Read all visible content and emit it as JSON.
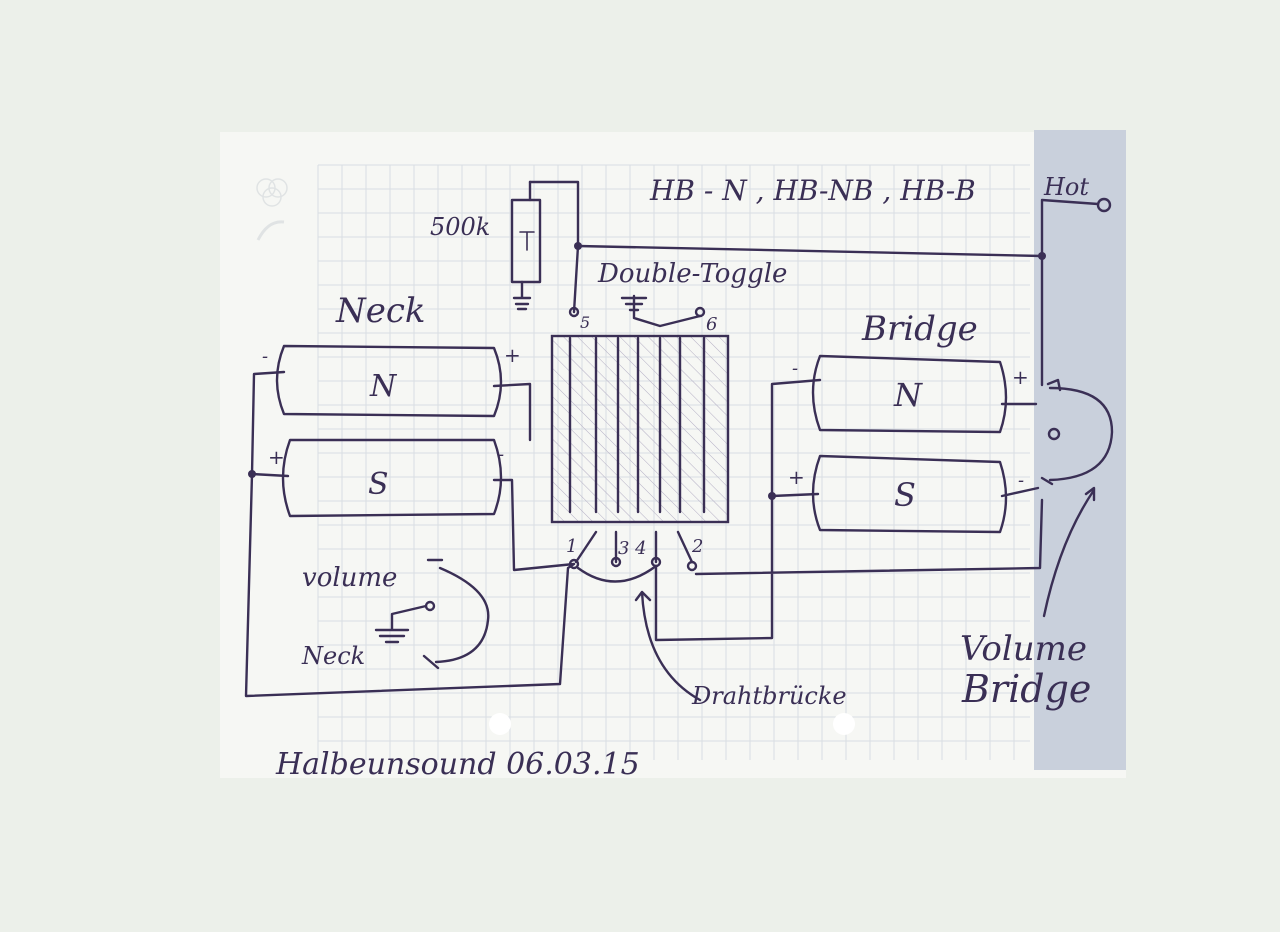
{
  "title_modes": "HB - N , HB-NB , HB-B",
  "pot_value": "500k",
  "hot_label": "Hot",
  "switch_label": "Double-Toggle",
  "neck_label": "Neck",
  "bridge_label": "Bridge",
  "neck_coil_n": "N",
  "neck_coil_s": "S",
  "bridge_coil_n": "N",
  "bridge_coil_s": "S",
  "plus": "+",
  "minus": "-",
  "lug_5": "5",
  "lug_6": "6",
  "lug_1": "1",
  "lug_2": "2",
  "lug_34": "3 4",
  "volume_neck_line1": "volume",
  "volume_neck_line2": "Neck",
  "volume_bridge_line1": "Volume",
  "volume_bridge_line2": "Bridge",
  "jumper_label": "Drahtbrücke",
  "signature": "Halbeunsound 06.03.15",
  "ink_color": "#3a2f55",
  "paper_color": "#f6f7f4",
  "stripe_color": "#c9d0dc"
}
